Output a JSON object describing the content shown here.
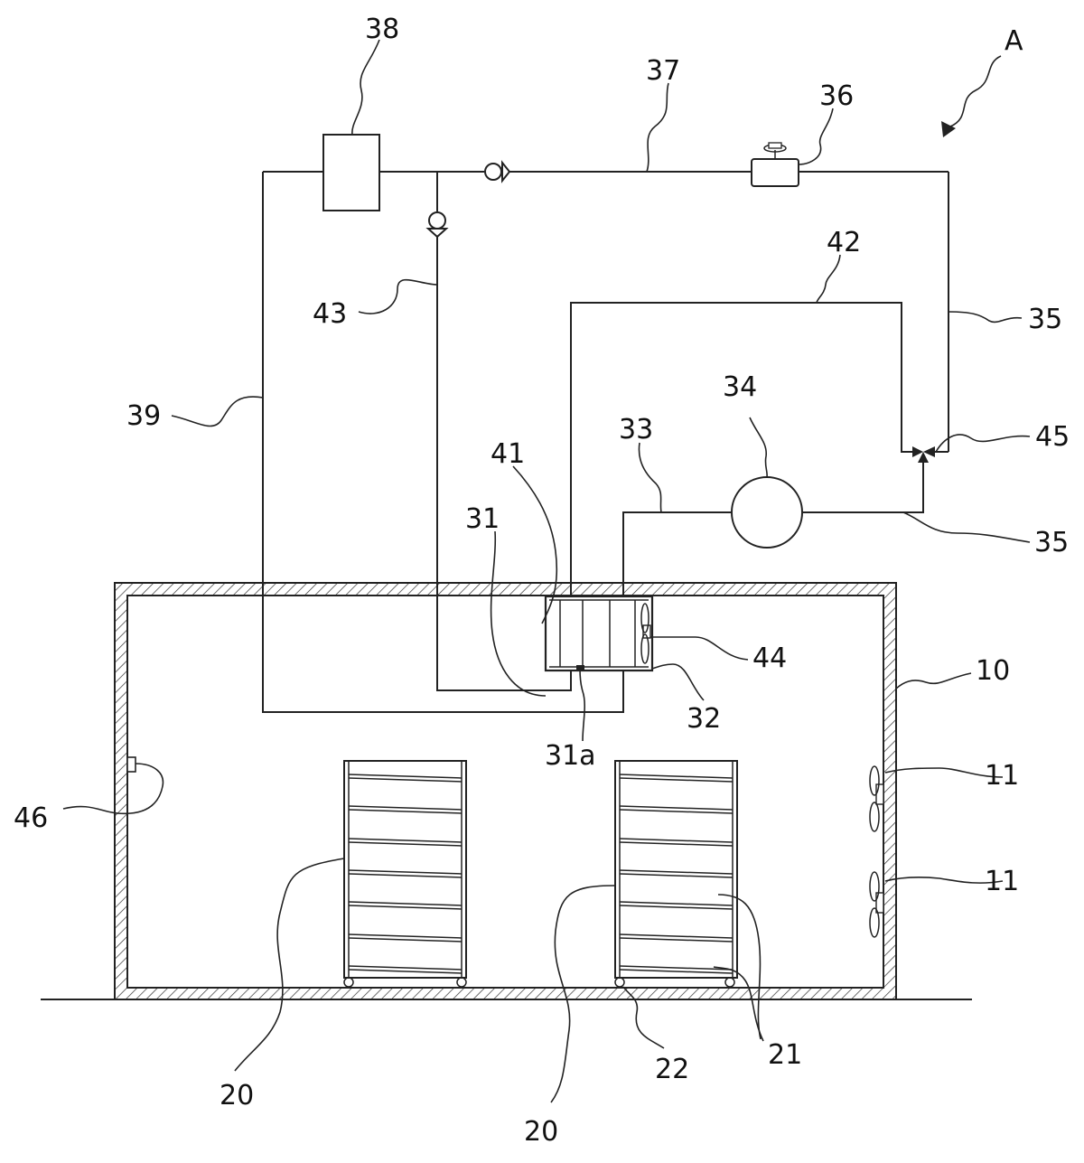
{
  "labels": {
    "a": "A",
    "n10": "10",
    "n11a": "11",
    "n11b": "11",
    "n20a": "20",
    "n20b": "20",
    "n21": "21",
    "n22": "22",
    "n31": "31",
    "n31a": "31a",
    "n32": "32",
    "n33": "33",
    "n34": "34",
    "n35a": "35",
    "n35b": "35",
    "n36": "36",
    "n37": "37",
    "n38": "38",
    "n39": "39",
    "n41": "41",
    "n42": "42",
    "n43": "43",
    "n44": "44",
    "n45": "45",
    "n46": "46"
  }
}
